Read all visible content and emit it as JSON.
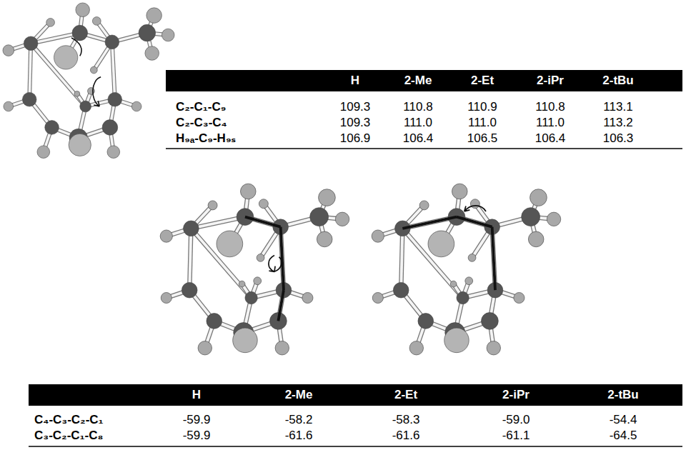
{
  "diagram": {
    "labels": [
      "H",
      "2-Me",
      "2-Et",
      "2-iPr",
      "2-tBu",
      "C₂-C₁-C₉",
      "109.3",
      "110.8",
      "110.9",
      "110.8",
      "113.1",
      "C₂-C₃-C₄",
      "109.3",
      "111.0",
      "111.0",
      "111.0",
      "113.2",
      "H₉ₐ-C₉-H₉ₛ",
      "106.9",
      "106.4",
      "106.5",
      "106.4",
      "106.3",
      "H",
      "2-Me",
      "2-Et",
      "2-iPr",
      "2-tBu",
      "C₄-C₃-C₂-C₁",
      "-59.9",
      "-58.2",
      "-58.3",
      "-59.0",
      "-54.4",
      "C₃-C₂-C₁-C₈",
      "-59.9",
      "-61.6",
      "-61.6",
      "-61.1",
      "-64.5"
    ]
  }
}
